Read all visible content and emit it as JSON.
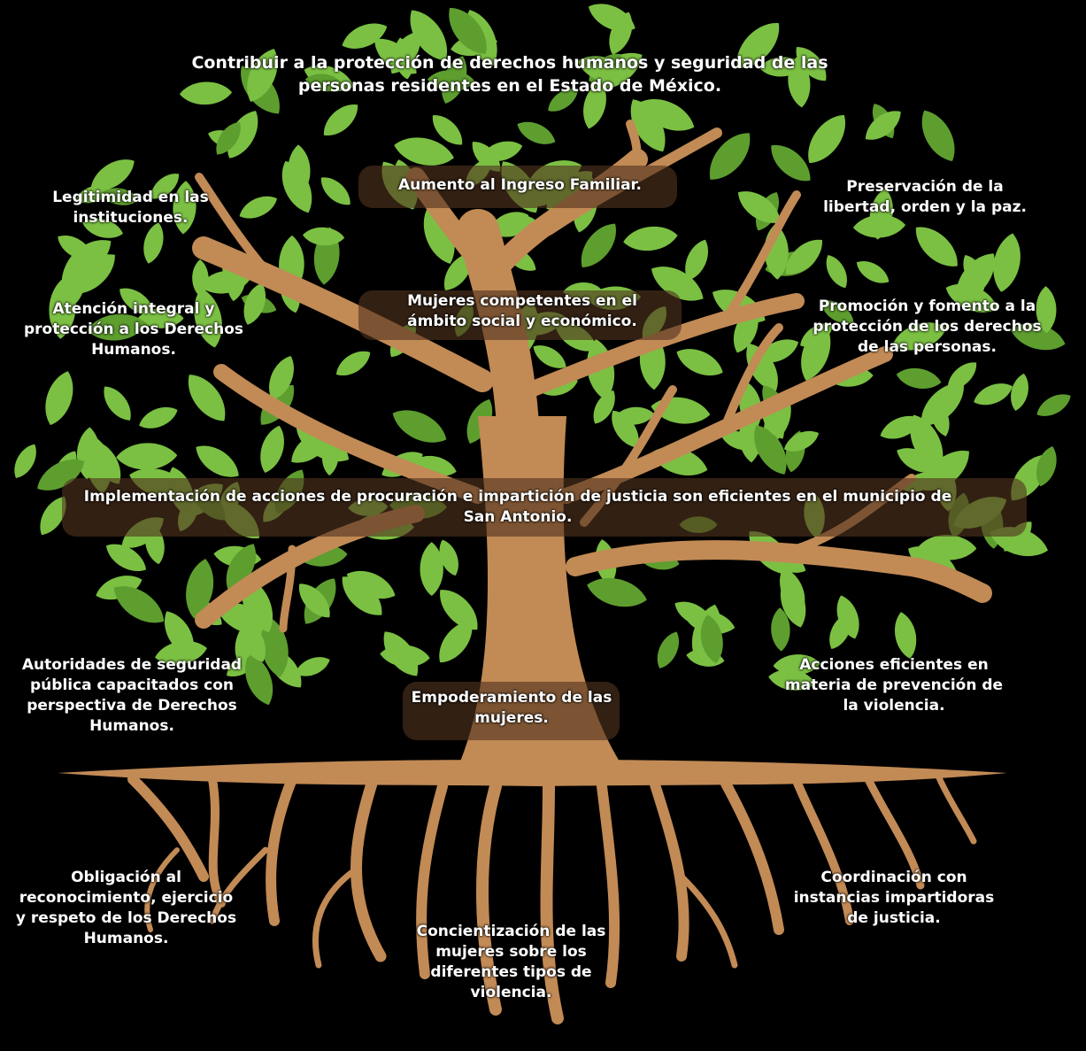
{
  "goal": "Contribuir a la protección de derechos humanos y seguridad de las personas residentes en el Estado de México.",
  "branches": {
    "legitimidad": "Legitimidad en las instituciones.",
    "ingreso": "Aumento al Ingreso Familiar.",
    "preservacion": "Preservación de la libertad, orden y la paz.",
    "atencion": "Atención integral y protección a los Derechos Humanos.",
    "mujeres_competentes": "Mujeres competentes en el ámbito social y económico.",
    "promocion": "Promoción y fomento a la protección de los derechos de las personas."
  },
  "purpose": "Implementación de acciones de procuración e impartición de justicia son eficientes en el municipio de San Antonio.",
  "components": {
    "autoridades": "Autoridades de seguridad pública capacitados con perspectiva de Derechos Humanos.",
    "empoderamiento": "Empoderamiento de las mujeres.",
    "acciones": "Acciones eficientes en materia de prevención de la violencia."
  },
  "roots": {
    "obligacion": "Obligación al reconocimiento, ejercicio y respeto de los Derechos Humanos.",
    "concientizacion": "Concientización de las mujeres sobre los diferentes tipos de violencia.",
    "coordinacion": "Coordinación con instancias impartidoras de justicia."
  },
  "colors": {
    "leaf": "#7bc043",
    "leaf_dark": "#5e9e2f",
    "wood": "#c28a55",
    "background": "#000000",
    "band": "#50341e"
  }
}
